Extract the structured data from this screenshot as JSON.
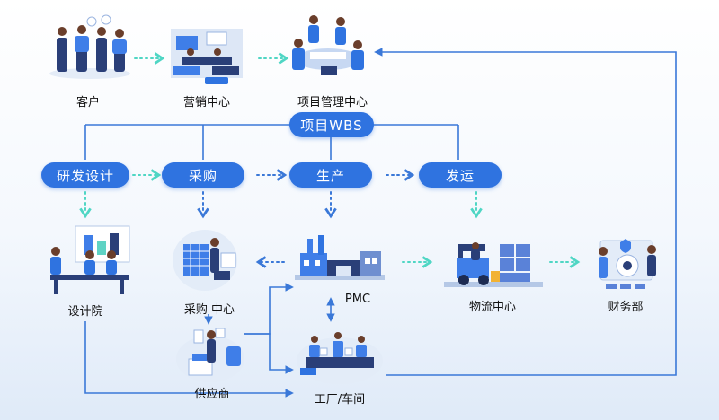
{
  "nodes": {
    "customer": "客户",
    "marketing": "营销中心",
    "pm_center": "项目管理中心",
    "design_institute": "设计院",
    "purchase_center": "采购 中心",
    "pmc": "PMC",
    "logistics": "物流中心",
    "finance": "财务部",
    "supplier": "供应商",
    "factory": "工厂/车间"
  },
  "stages": {
    "wbs": "项目WBS",
    "rnd": "研发设计",
    "purchase": "采购",
    "production": "生产",
    "shipping": "发运"
  },
  "colors": {
    "primary": "#2f73e0",
    "arrow_dotted": "#4fd6c4",
    "line": "#3a78d8"
  }
}
